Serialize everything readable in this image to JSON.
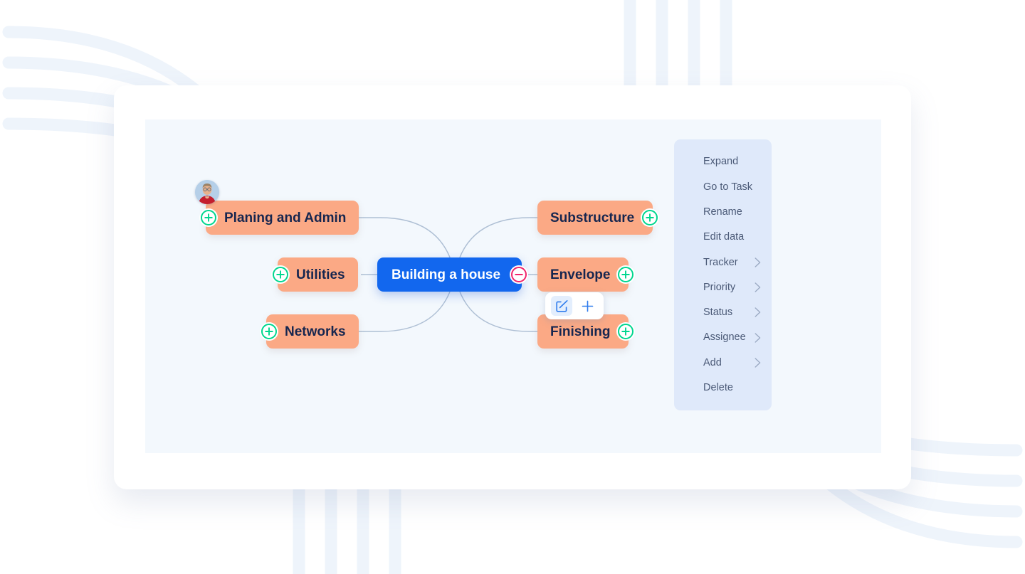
{
  "canvas": {
    "background_color": "#f3f8fd",
    "card_background": "#ffffff",
    "page_background": "#ffffff",
    "decor_arc_color": "#eef4fb"
  },
  "mindmap": {
    "root": {
      "label": "Building a house",
      "color": "#1267ee",
      "text_color": "#ffffff",
      "toggle": "minus-circle-icon",
      "toggle_color": "#f0256b"
    },
    "branch_color": "#fba985",
    "branch_text_color": "#16264f",
    "toggle_color": "#00d68f",
    "connector_color": "#aebfd4",
    "left_nodes": [
      {
        "label": "Planing and Admin",
        "toggle": "plus-circle-icon",
        "has_avatar": true
      },
      {
        "label": "Utilities",
        "toggle": "plus-circle-icon",
        "has_avatar": false
      },
      {
        "label": "Networks",
        "toggle": "plus-circle-icon",
        "has_avatar": false
      }
    ],
    "right_nodes": [
      {
        "label": "Substructure",
        "toggle": "plus-circle-icon",
        "selected": false
      },
      {
        "label": "Envelope",
        "toggle": "plus-circle-icon",
        "selected": false
      },
      {
        "label": "Finishing",
        "toggle": "plus-circle-icon",
        "selected": true
      }
    ]
  },
  "node_toolbar": {
    "buttons": [
      {
        "icon": "edit-square-icon",
        "active": true
      },
      {
        "icon": "plus-icon",
        "active": false
      }
    ],
    "icon_color": "#2f7ced",
    "active_background": "#e3eefd"
  },
  "context_menu": {
    "background_color": "#dfe9fa",
    "text_color": "#4b5a77",
    "items": [
      {
        "label": "Expand",
        "submenu": false
      },
      {
        "label": "Go to Task",
        "submenu": false
      },
      {
        "label": "Rename",
        "submenu": false
      },
      {
        "label": "Edit data",
        "submenu": false
      },
      {
        "label": "Tracker",
        "submenu": true
      },
      {
        "label": "Priority",
        "submenu": true
      },
      {
        "label": "Status",
        "submenu": true
      },
      {
        "label": "Assignee",
        "submenu": true
      },
      {
        "label": "Add",
        "submenu": true
      },
      {
        "label": "Delete",
        "submenu": false
      }
    ]
  },
  "avatar": {
    "name": "user-avatar",
    "bg_color": "#b5cfe8",
    "shirt_color": "#c41e2e",
    "skin_color": "#e8b18c",
    "hair_color": "#9b8266"
  }
}
